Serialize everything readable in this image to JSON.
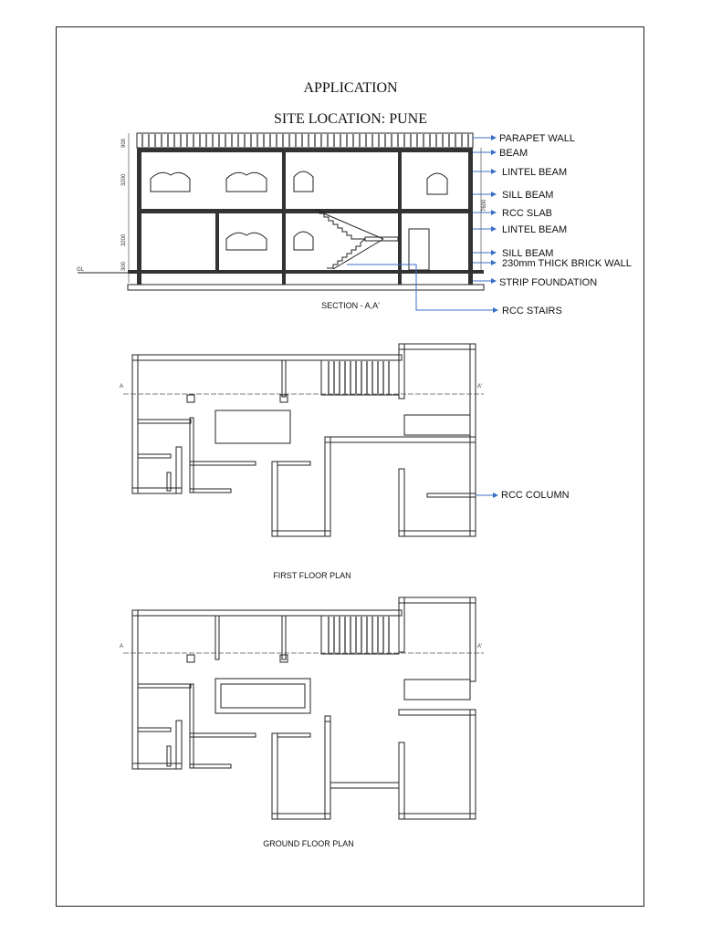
{
  "title": "APPLICATION",
  "site_location": "SITE LOCATION: PUNE",
  "section": {
    "caption": "SECTION - A,A'",
    "callouts": [
      "PARAPET WALL",
      "BEAM",
      "LINTEL BEAM",
      "SILL BEAM",
      "RCC SLAB",
      "LINTEL BEAM",
      "SILL BEAM",
      "230mm THICK BRICK WALL",
      "STRIP FOUNDATION",
      "RCC STAIRS"
    ],
    "dimensions": [
      "900",
      "3200",
      "3200",
      "300",
      "7600"
    ],
    "ground_label": "GL"
  },
  "first_floor": {
    "caption": "FIRST FLOOR PLAN",
    "callout": "RCC COLUMN",
    "section_marks": [
      "A",
      "A'"
    ]
  },
  "ground_floor": {
    "caption": "GROUND FLOOR PLAN",
    "section_marks": [
      "A",
      "A'"
    ]
  },
  "colors": {
    "callout_arrow": "#3a6fc7",
    "line": "#222222"
  }
}
